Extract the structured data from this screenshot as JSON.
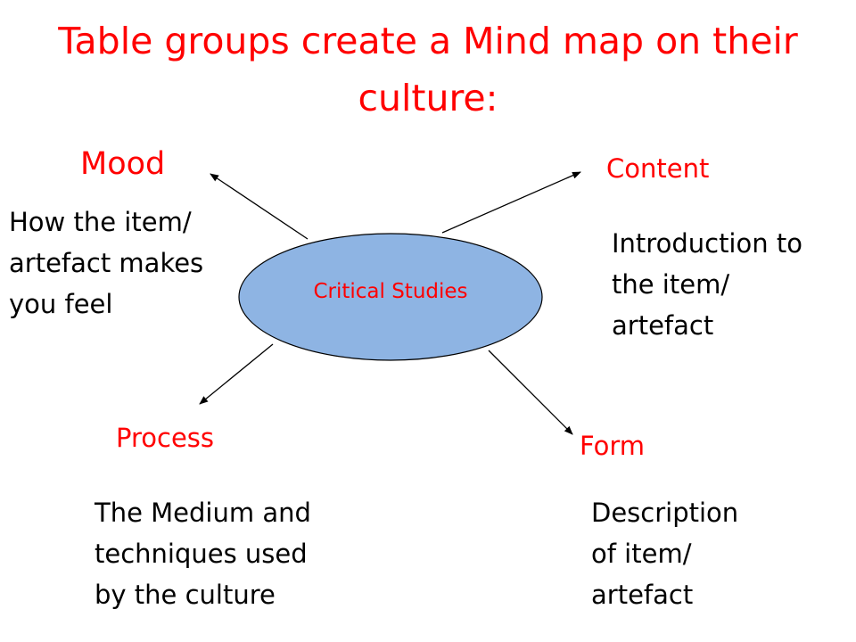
{
  "title": {
    "line1": "Table groups create a Mind map on their",
    "line2": "culture:"
  },
  "center": {
    "label": "Critical Studies"
  },
  "branches": {
    "mood": {
      "label": "Mood",
      "desc": [
        "How the item/",
        "artefact makes",
        "you feel"
      ]
    },
    "content": {
      "label": "Content",
      "desc": [
        "Introduction to",
        "the item/",
        "artefact"
      ]
    },
    "process": {
      "label": "Process",
      "desc": [
        "The Medium and",
        "techniques used",
        "by the culture"
      ]
    },
    "form": {
      "label": "Form",
      "desc": [
        "Description",
        "of item/",
        "artefact"
      ]
    }
  },
  "colors": {
    "accent": "#ff0000",
    "node_fill": "#8eb4e3",
    "node_stroke": "#000000",
    "text": "#000000"
  }
}
